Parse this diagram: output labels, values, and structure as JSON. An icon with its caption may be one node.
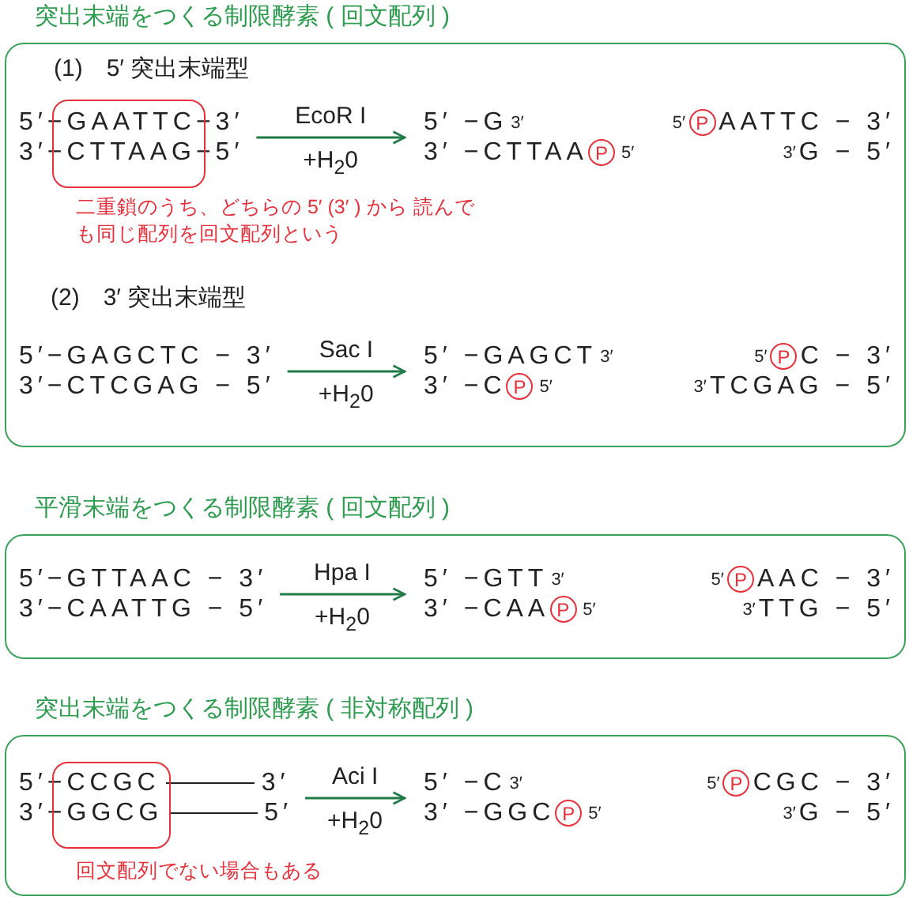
{
  "diagram": {
    "nodes": [
      {
        "text": [
          "突出末端をつくる制限酵素 ( 回文配列 )",
          "(1)　5′ 突出末端型",
          "(2)　3′ 突出末端型"
        ]
      },
      {
        "text": [
          "5′−GAATTC−3′",
          "3′−CTTAAG−5′"
        ],
        "in": 0,
        "beside": [
          "二重鎖のうち、どちらの 5′ (3′ ) から 読んでも同じ配列を回文配列という"
        ]
      },
      {
        "text": [
          "5′ −G",
          "3′",
          "3′ −CTTAA",
          "5′"
        ],
        "in": 0
      },
      {
        "text": [
          "P"
        ],
        "in": 2
      },
      {
        "text": [
          "5′",
          "AATTC − 3′",
          "3′",
          "G − 5′"
        ],
        "in": 0
      },
      {
        "text": [
          "P"
        ],
        "in": 4
      },
      {
        "text": [
          "5′−GAGCTC − 3′",
          "3′−CTCGAG − 5′"
        ],
        "in": 0
      },
      {
        "text": [
          "5′ −GAGCT",
          "3′",
          "3′ −C",
          "5′"
        ],
        "in": 0
      },
      {
        "text": [
          "P"
        ],
        "in": 7
      },
      {
        "text": [
          "5′",
          "C − 3′",
          "3′",
          "TCGAG − 5′"
        ],
        "in": 0
      },
      {
        "text": [
          "P"
        ],
        "in": 9
      },
      {
        "text": [
          "平滑末端をつくる制限酵素 ( 回文配列 )"
        ]
      },
      {
        "text": [
          "5′−GTTAAC − 3′",
          "3′−CAATTG − 5′"
        ],
        "in": 11
      },
      {
        "text": [
          "5′ −GTT",
          "3′",
          "3′ −CAA",
          "5′"
        ],
        "in": 11
      },
      {
        "text": [
          "P"
        ],
        "in": 13
      },
      {
        "text": [
          "5′",
          "AAC − 3′",
          "3′",
          "TTG − 5′"
        ],
        "in": 11
      },
      {
        "text": [
          "P"
        ],
        "in": 15
      },
      {
        "text": [
          "突出末端をつくる制限酵素 ( 非対称配列 )"
        ]
      },
      {
        "text": [
          "5′−CCGC",
          "3′",
          "3′−GGCG",
          "5′"
        ],
        "in": 17,
        "beside": [
          "回文配列でない場合もある"
        ]
      },
      {
        "text": [
          "5′ −C",
          "3′",
          "3′ −GGC",
          "5′"
        ],
        "in": 17
      },
      {
        "text": [
          "P"
        ],
        "in": 19
      },
      {
        "text": [
          "5′",
          "CGC − 3′",
          "3′",
          "G − 5′"
        ],
        "in": 17
      },
      {
        "text": [
          "P"
        ],
        "in": 21
      }
    ],
    "edges": [
      {
        "from": 1,
        "to": 2,
        "arrow": "to",
        "label": "EcoR I"
      },
      {
        "from": 6,
        "to": 7,
        "arrow": "to",
        "label": "Sac I"
      },
      {
        "from": 12,
        "to": 13,
        "arrow": "to",
        "label": "Hpa I"
      },
      {
        "from": 18,
        "to": 19,
        "arrow": "to",
        "label": "Aci I"
      }
    ],
    "labels": [
      "+H$_{2}$0",
      "+H$_{2}$0",
      "+H$_{2}$0",
      "+H$_{2}$0"
    ]
  }
}
